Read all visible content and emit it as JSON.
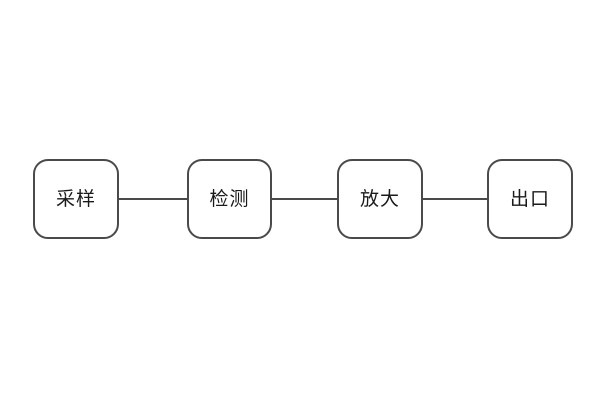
{
  "diagram": {
    "type": "flowchart",
    "direction": "left-to-right",
    "nodes": [
      {
        "id": "node-sampling",
        "label": "采样"
      },
      {
        "id": "node-detection",
        "label": "检测"
      },
      {
        "id": "node-amplification",
        "label": "放大"
      },
      {
        "id": "node-output",
        "label": "出口"
      }
    ],
    "connections": [
      {
        "from": "采样",
        "to": "检测"
      },
      {
        "from": "检测",
        "to": "放大"
      },
      {
        "from": "放大",
        "to": "出口"
      }
    ],
    "colors": {
      "background": "#ffffff",
      "node_fill": "#ffffff",
      "node_border": "#4a4a4a",
      "connector": "#4a4a4a",
      "text": "#1a1a1a"
    }
  }
}
